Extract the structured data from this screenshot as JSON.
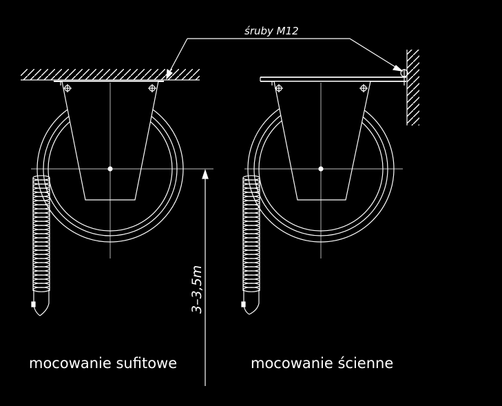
{
  "colors": {
    "background": "#000000",
    "line": "#ffffff"
  },
  "labels": {
    "bolts": "śruby M12",
    "height": "3–3,5m",
    "ceiling": "mocowanie sufitowe",
    "wall": "mocowanie ścienne"
  }
}
